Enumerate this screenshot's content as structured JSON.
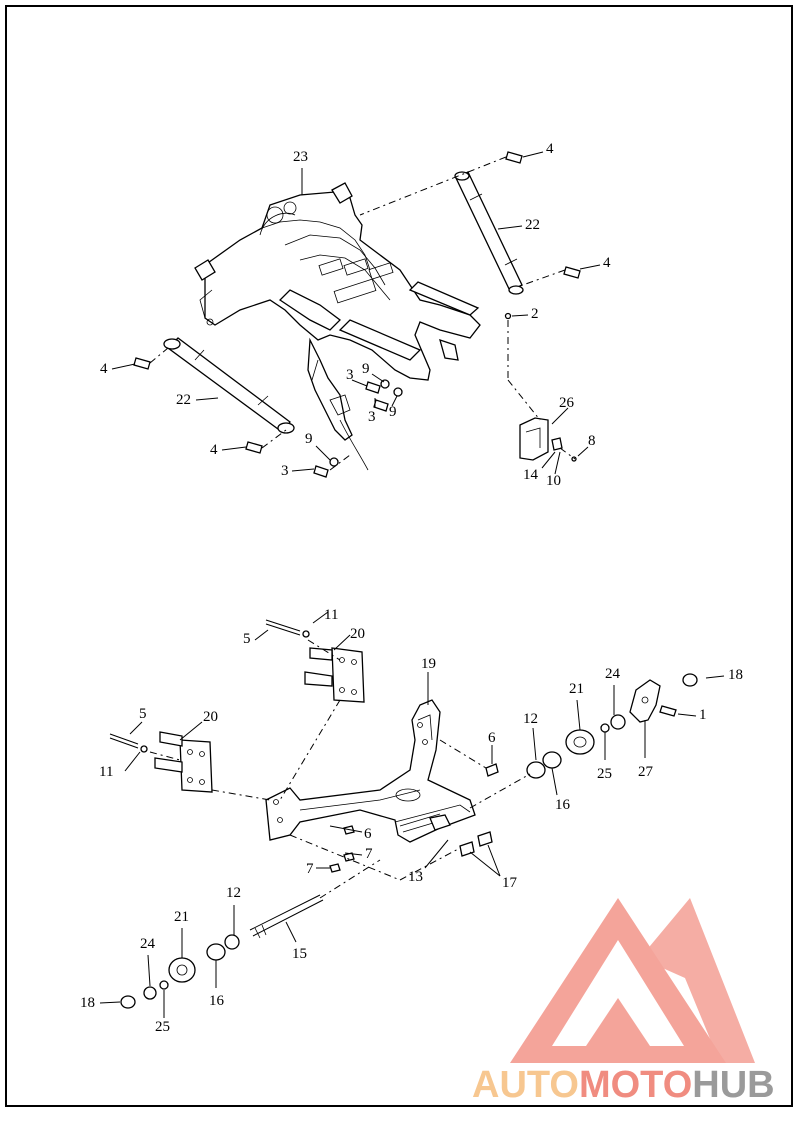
{
  "callouts": {
    "c23": "23",
    "c4a": "4",
    "c22a": "22",
    "c4b": "4",
    "c2": "2",
    "c4c": "4",
    "c22b": "22",
    "c4d": "4",
    "c3a": "3",
    "c9a": "9",
    "c3b": "3",
    "c9b": "9",
    "c9c": "9",
    "c3c": "3",
    "c26": "26",
    "c8": "8",
    "c14": "14",
    "c10": "10",
    "c11a": "11",
    "c5a": "5",
    "c20a": "20",
    "c19": "19",
    "c5b": "5",
    "c20b": "20",
    "c11b": "11",
    "c6a": "6",
    "c12a": "12",
    "c21a": "21",
    "c24a": "24",
    "c18a": "18",
    "c1": "1",
    "c25a": "25",
    "c27": "27",
    "c16a": "16",
    "c6b": "6",
    "c7a": "7",
    "c7b": "7",
    "c13": "13",
    "c17": "17",
    "c12b": "12",
    "c15": "15",
    "c21b": "21",
    "c24b": "24",
    "c18b": "18",
    "c16b": "16",
    "c25b": "25"
  },
  "watermark": {
    "part1": "AUTO",
    "part2": "MOTO",
    "part3": "HUB",
    "colors": {
      "auto": "#f7c790",
      "moto": "#f08c80",
      "hub": "#9a9a9a",
      "logo": "#f4a49a"
    }
  }
}
